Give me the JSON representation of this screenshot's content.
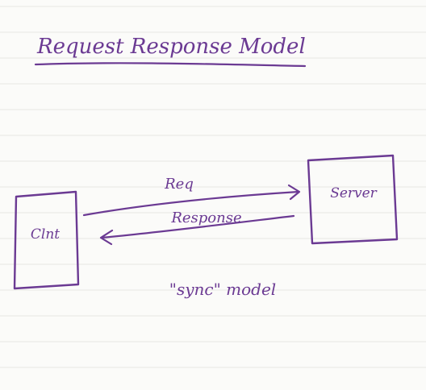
{
  "title": "Request Response Model",
  "nodes": {
    "client": "Clnt",
    "server": "Server"
  },
  "edges": {
    "request_label": "Req",
    "response_label": "Response"
  },
  "caption": "\"sync\" model",
  "colors": {
    "ink": "#6b3a93",
    "paper": "#fbfbf9",
    "rule_lines": "#e7e7e3"
  }
}
